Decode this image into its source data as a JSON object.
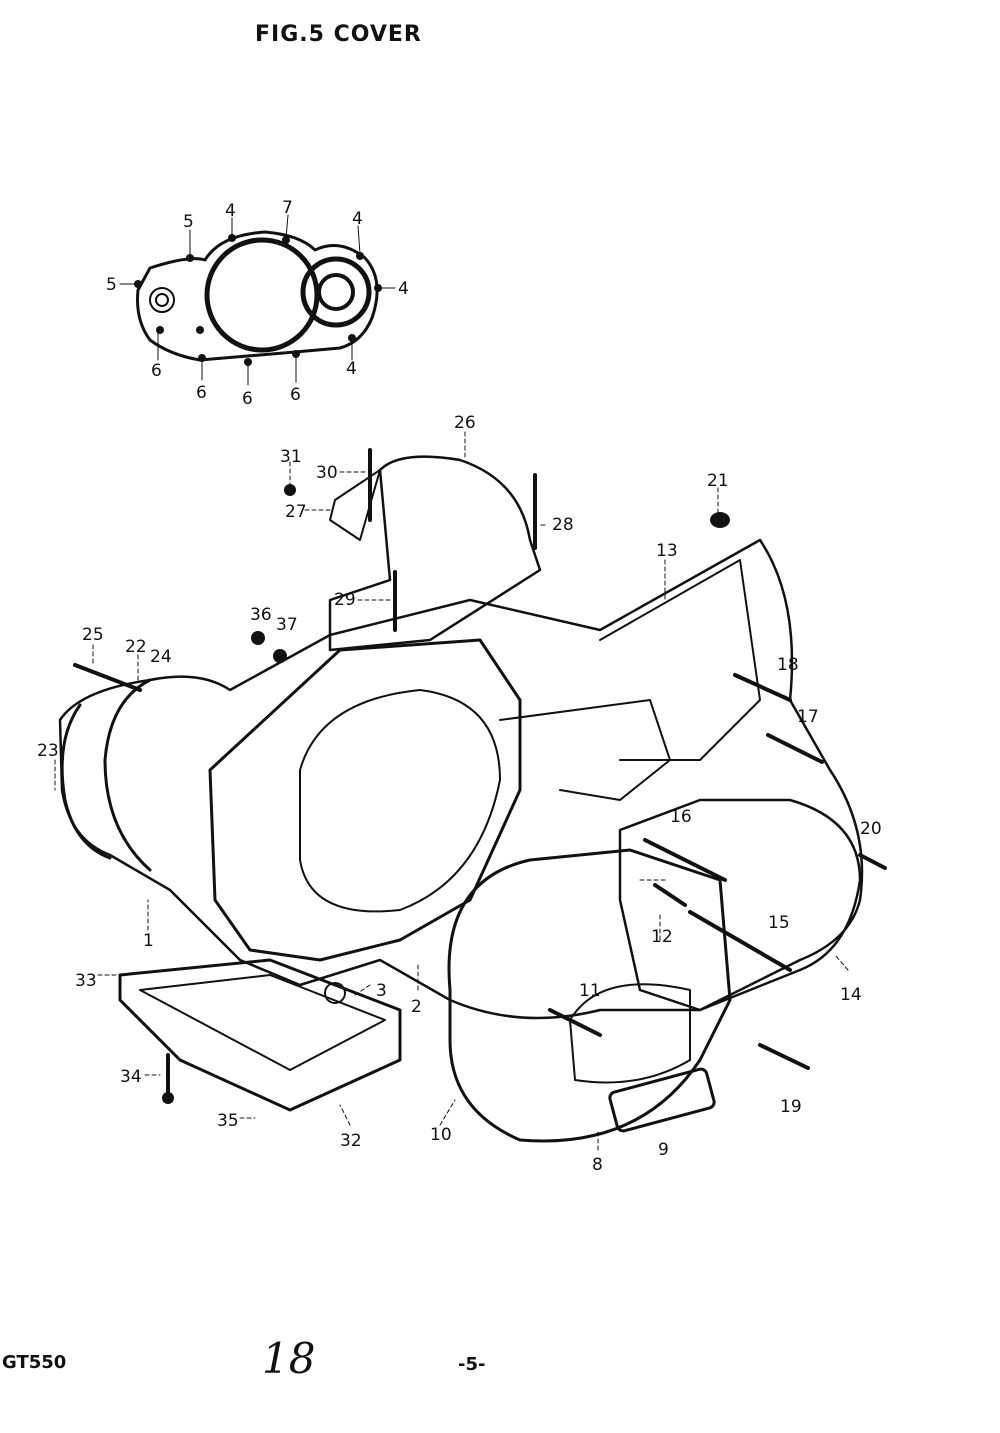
{
  "header": {
    "title": "FIG.5  COVER"
  },
  "footer": {
    "model": "GT550",
    "page": "-5-",
    "handwritten": "18"
  },
  "callouts": [
    "5",
    "4",
    "7",
    "4",
    "5",
    "4",
    "6",
    "6",
    "6",
    "6",
    "4",
    "26",
    "31",
    "30",
    "27",
    "28",
    "21",
    "13",
    "29",
    "36",
    "37",
    "25",
    "22",
    "24",
    "18",
    "23",
    "17",
    "16",
    "20",
    "15",
    "12",
    "1",
    "33",
    "3",
    "2",
    "14",
    "11",
    "34",
    "35",
    "32",
    "10",
    "8",
    "9",
    "19"
  ]
}
